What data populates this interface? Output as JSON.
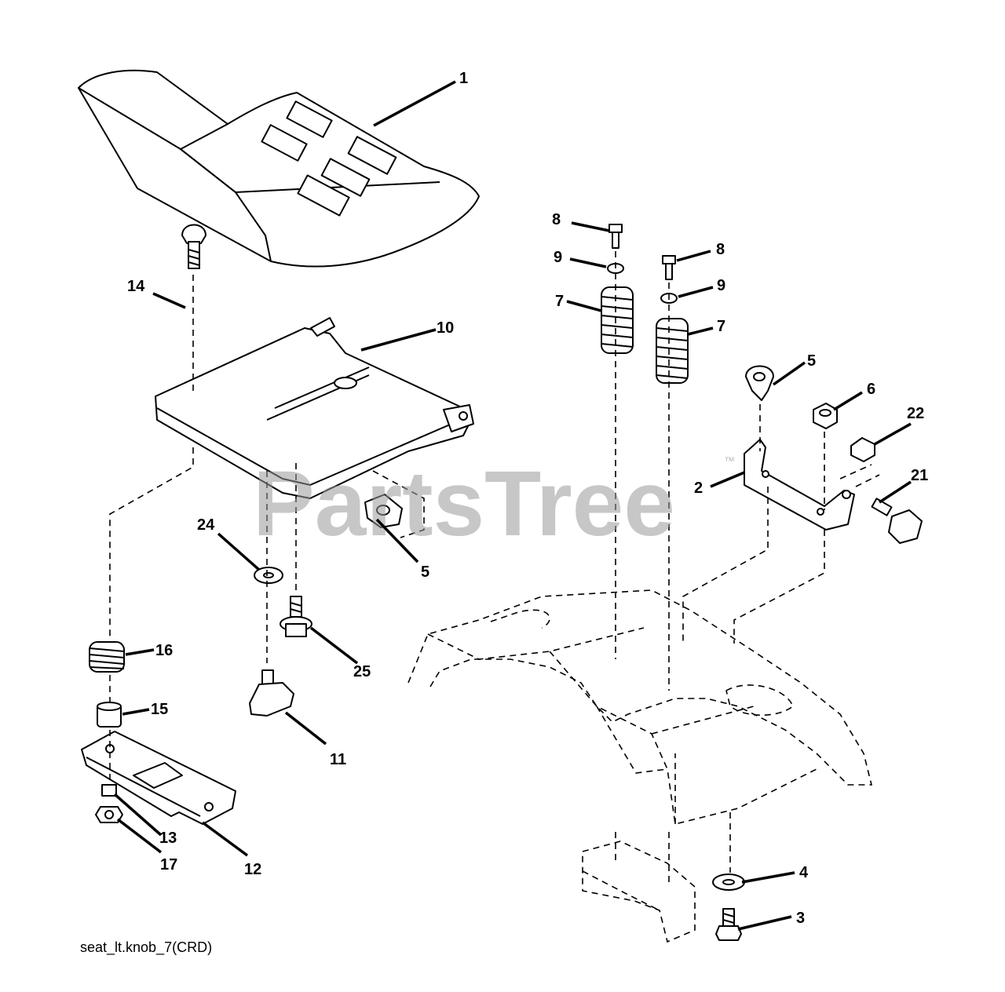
{
  "diagram": {
    "caption": "seat_lt.knob_7(CRD)",
    "watermark": "PartsTree",
    "watermark_mark": "™",
    "callouts": [
      "1",
      "2",
      "3",
      "4",
      "5",
      "5",
      "6",
      "7",
      "7",
      "8",
      "8",
      "9",
      "9",
      "10",
      "11",
      "12",
      "13",
      "14",
      "15",
      "16",
      "17",
      "21",
      "22",
      "24",
      "25"
    ]
  }
}
